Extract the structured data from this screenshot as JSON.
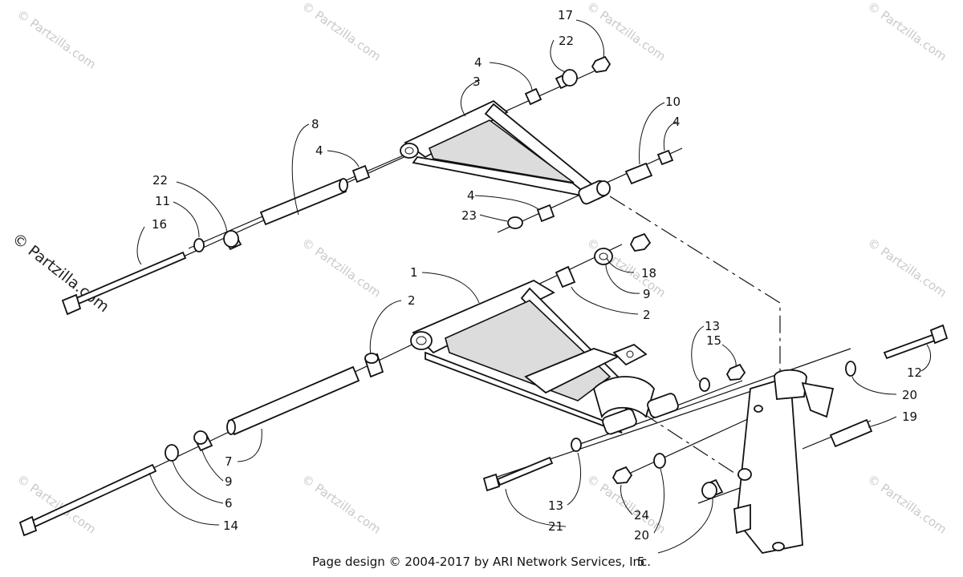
{
  "watermark": "© Partzilla.com",
  "footer": "Page design © 2004-2017 by ARI Network Services, Inc.",
  "callouts": [
    {
      "id": "c17",
      "label": "17"
    },
    {
      "id": "c22a",
      "label": "22"
    },
    {
      "id": "c4a",
      "label": "4"
    },
    {
      "id": "c3",
      "label": "3"
    },
    {
      "id": "c8",
      "label": "8"
    },
    {
      "id": "c4b",
      "label": "4"
    },
    {
      "id": "c10",
      "label": "10"
    },
    {
      "id": "c4c",
      "label": "4"
    },
    {
      "id": "c22b",
      "label": "22"
    },
    {
      "id": "c11",
      "label": "11"
    },
    {
      "id": "c16",
      "label": "16"
    },
    {
      "id": "c4d",
      "label": "4"
    },
    {
      "id": "c23",
      "label": "23"
    },
    {
      "id": "c1",
      "label": "1"
    },
    {
      "id": "c18",
      "label": "18"
    },
    {
      "id": "c9a",
      "label": "9"
    },
    {
      "id": "c2a",
      "label": "2"
    },
    {
      "id": "c2b",
      "label": "2"
    },
    {
      "id": "c13a",
      "label": "13"
    },
    {
      "id": "c15",
      "label": "15"
    },
    {
      "id": "c12",
      "label": "12"
    },
    {
      "id": "c20a",
      "label": "20"
    },
    {
      "id": "c19",
      "label": "19"
    },
    {
      "id": "c7",
      "label": "7"
    },
    {
      "id": "c9b",
      "label": "9"
    },
    {
      "id": "c6",
      "label": "6"
    },
    {
      "id": "c14",
      "label": "14"
    },
    {
      "id": "c13b",
      "label": "13"
    },
    {
      "id": "c21",
      "label": "21"
    },
    {
      "id": "c24",
      "label": "24"
    },
    {
      "id": "c20b",
      "label": "20"
    },
    {
      "id": "c5",
      "label": "5"
    }
  ]
}
